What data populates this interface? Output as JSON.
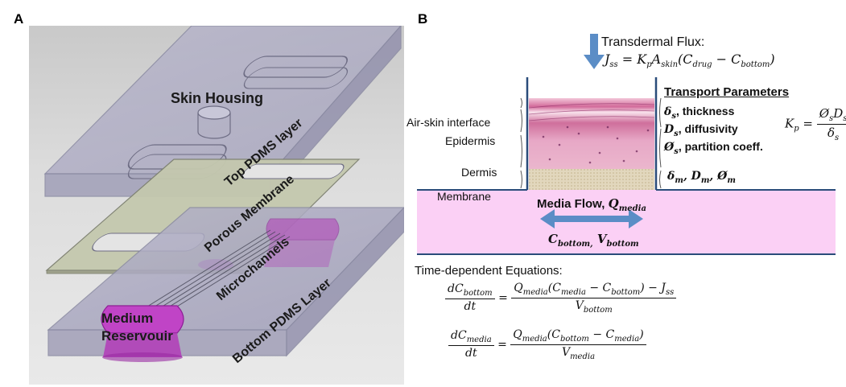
{
  "panels": {
    "a_letter": "A",
    "b_letter": "B"
  },
  "panel_a": {
    "skin_housing": "Skin Housing",
    "top_pdms": "Top PDMS layer",
    "porous_membrane": "Porous Membrane",
    "microchannels": "Microchannels",
    "bottom_pdms": "Bottom PDMS Layer",
    "medium_reservoir_1": "Medium",
    "medium_reservoir_2": "Reservouir"
  },
  "panel_b": {
    "transdermal_flux": "Transdermal Flux:",
    "flux_equation": "J_ss = K_p A_skin (C_drug − C_bottom)",
    "layers": {
      "air_skin": "Air-skin interface",
      "epidermis": "Epidermis",
      "dermis": "Dermis",
      "membrane": "Membrane"
    },
    "transport_title": "Transport Parameters",
    "params": {
      "thickness": ", thickness",
      "diffusivity": ", diffusivity",
      "partition": ", partition coeff."
    },
    "media_flow": "Media Flow, ",
    "time_dependent": "Time-dependent Equations:"
  },
  "colors": {
    "media_pink": "#fbd0f5",
    "arrow_blue": "#5b8dc6",
    "reservoir_magenta": "#b23bb8",
    "membrane_green": "#c4c8ae"
  }
}
